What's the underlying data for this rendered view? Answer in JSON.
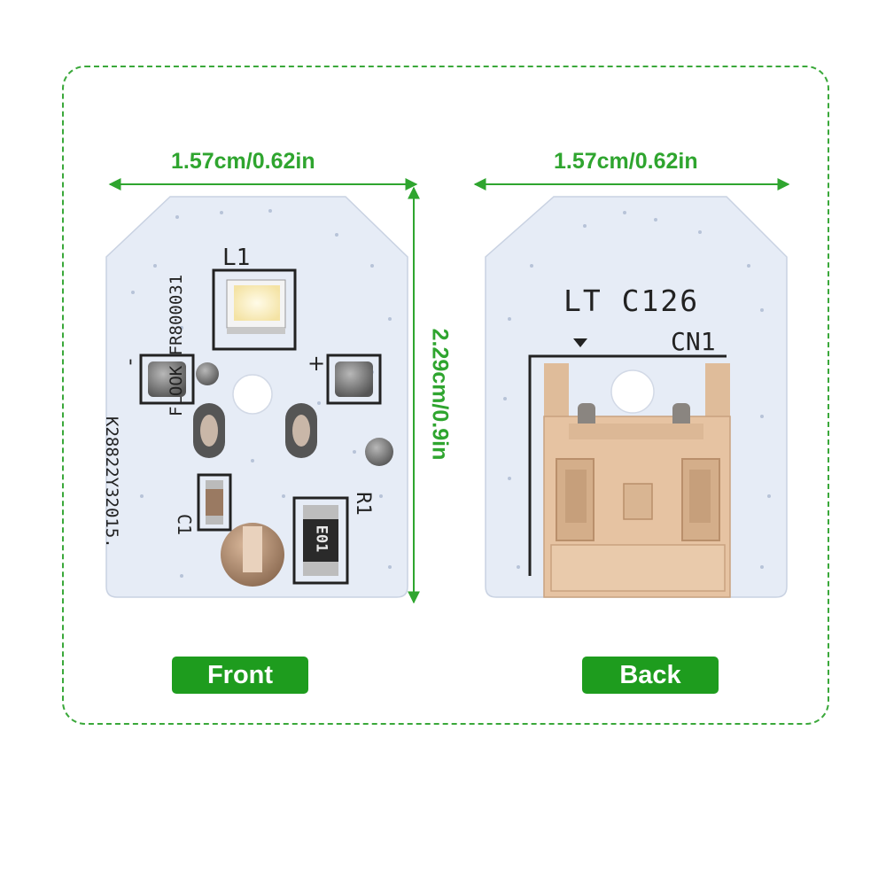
{
  "front": {
    "width_label": "1.57cm/0.62in",
    "height_label": "2.29cm/0.9in",
    "badge": "Front",
    "silkscreen": {
      "l1": "L1",
      "minus": "-",
      "plus": "+",
      "r1": "R1",
      "c1": "C1",
      "resistor_code": "E01",
      "part_line1": "FLOOK FR800031",
      "part_line2": "K28822Y32015."
    }
  },
  "back": {
    "width_label": "1.57cm/0.62in",
    "badge": "Back",
    "silkscreen": {
      "model": "LT C126",
      "connector": "CN1"
    }
  },
  "colors": {
    "accent_green": "#1e9c1e",
    "dimension_green": "#2fa52f",
    "pcb_white": "#e6ecf6",
    "connector_tan": "#e6c3a2"
  }
}
